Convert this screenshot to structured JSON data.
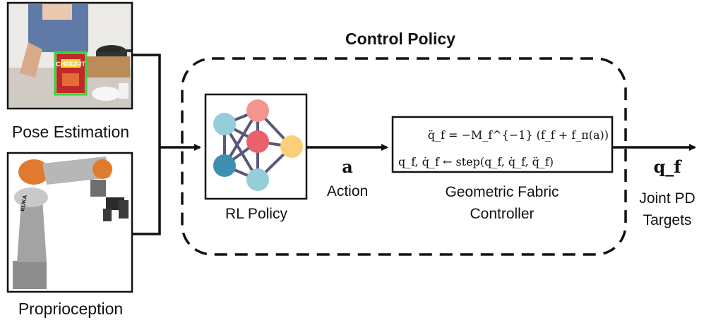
{
  "title": "Control Policy",
  "inputs": {
    "pose_estimation": {
      "label": "Pose Estimation",
      "box_label": "CHEEZ-IT"
    },
    "proprioception": {
      "label": "Proprioception",
      "arm_brand": "KUKA"
    }
  },
  "policy": {
    "label": "RL Policy"
  },
  "action": {
    "symbol": "a",
    "label": "Action"
  },
  "controller": {
    "label_line1": "Geometric Fabric",
    "label_line2": "Controller",
    "equation1": "q̈_f = −M_f^{−1} (f_f + f_π(a))",
    "equation2": "q_f, q̇_f ← step(q_f, q̇_f, q̈_f)"
  },
  "output": {
    "symbol": "q_f",
    "label_line1": "Joint PD",
    "label_line2": "Targets"
  },
  "colors": {
    "node_pink": "#f4948f",
    "node_red": "#e8616b",
    "node_light_blue": "#94ced8",
    "node_dark_blue": "#3f8fb0",
    "node_yellow": "#fbcf7a",
    "edge": "#5a5778",
    "stroke": "#111111"
  }
}
